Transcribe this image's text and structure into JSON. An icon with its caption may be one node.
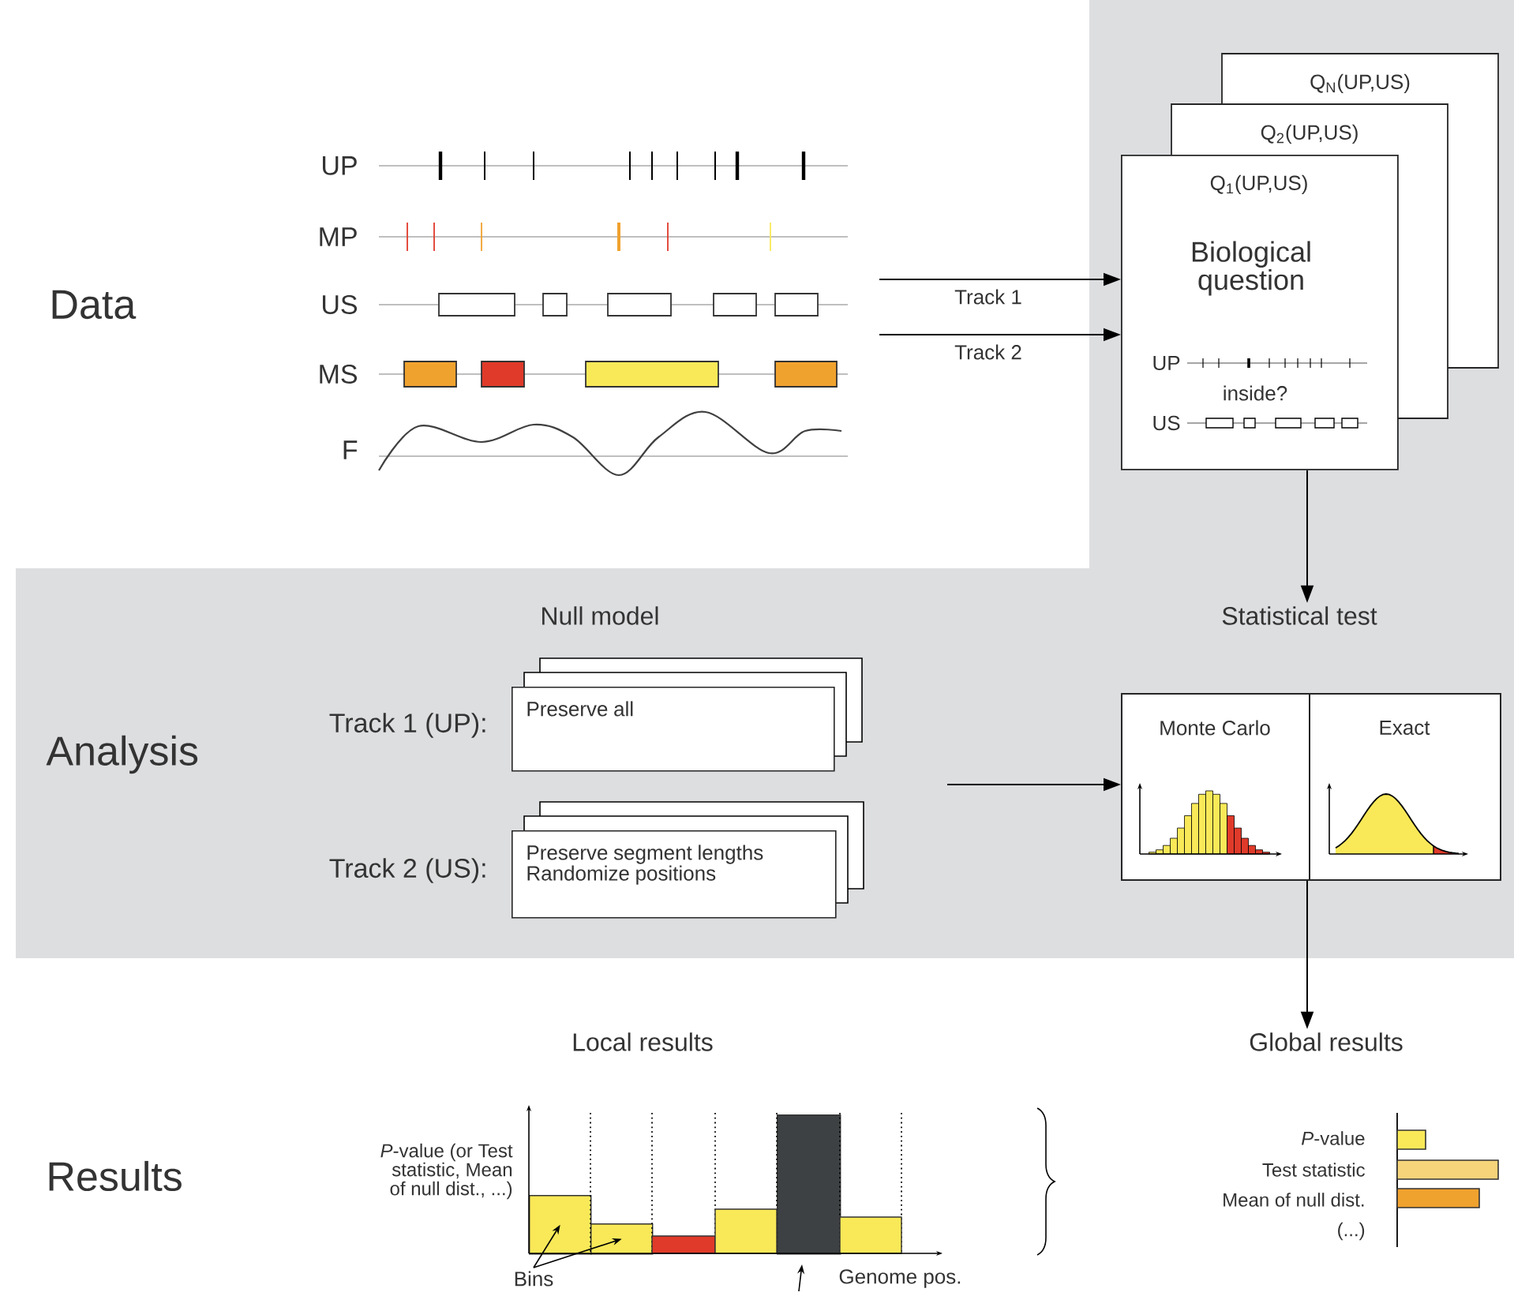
{
  "diagram": {
    "nodes": [
      {
        "text": [
          "Q$_{N}$(UP,US)",
          "Q$_{2}$(UP,US)",
          "Q$_{1}$(UP,US)",
          "Biological question",
          "UP",
          "inside?",
          "US"
        ]
      },
      {
        "text": [
          "Statistical test"
        ]
      },
      {
        "text": [
          "Preserve all"
        ],
        "beside": [
          "Track 1 (UP):"
        ]
      },
      {
        "text": [
          "Preserve segment lengths Randomize positions"
        ],
        "beside": [
          "Track 2 (US):"
        ]
      },
      {
        "text": [
          "Monte Carlo"
        ]
      },
      {
        "text": [
          "Exact"
        ]
      },
      {
        "text": [
          "Global results"
        ]
      },
      {
        "text": [],
        "shape": "bar"
      },
      {
        "text": [],
        "shape": "bar"
      },
      {
        "text": [],
        "shape": "bar"
      },
      {
        "text": [
          "Bins"
        ]
      }
    ],
    "edges": [
      {
        "from": null,
        "to": 0,
        "arrow": "to",
        "label": "Track 1"
      },
      {
        "from": null,
        "to": 0,
        "arrow": "to",
        "label": "Track 2"
      },
      {
        "from": 0,
        "to": 1,
        "arrow": "to"
      },
      {
        "from": null,
        "to": 4,
        "arrow": "to"
      },
      {
        "from": 4,
        "to": 6,
        "arrow": "to"
      },
      {
        "from": 10,
        "to": 7,
        "arrow": "to"
      },
      {
        "from": 10,
        "to": 8,
        "arrow": "to"
      },
      {
        "from": null,
        "to": 9,
        "arrow": "to"
      }
    ],
    "labels": [
      "Data",
      "UP",
      "MP",
      "US",
      "MS",
      "F",
      "Null model",
      "Analysis",
      "Results",
      "Local results",
      "*P*-value (or Test statistic, Mean of null dist., ...)",
      "Genome pos.",
      "*P*-value",
      "Test statistic",
      "Mean of null dist.",
      "(...)"
    ]
  }
}
